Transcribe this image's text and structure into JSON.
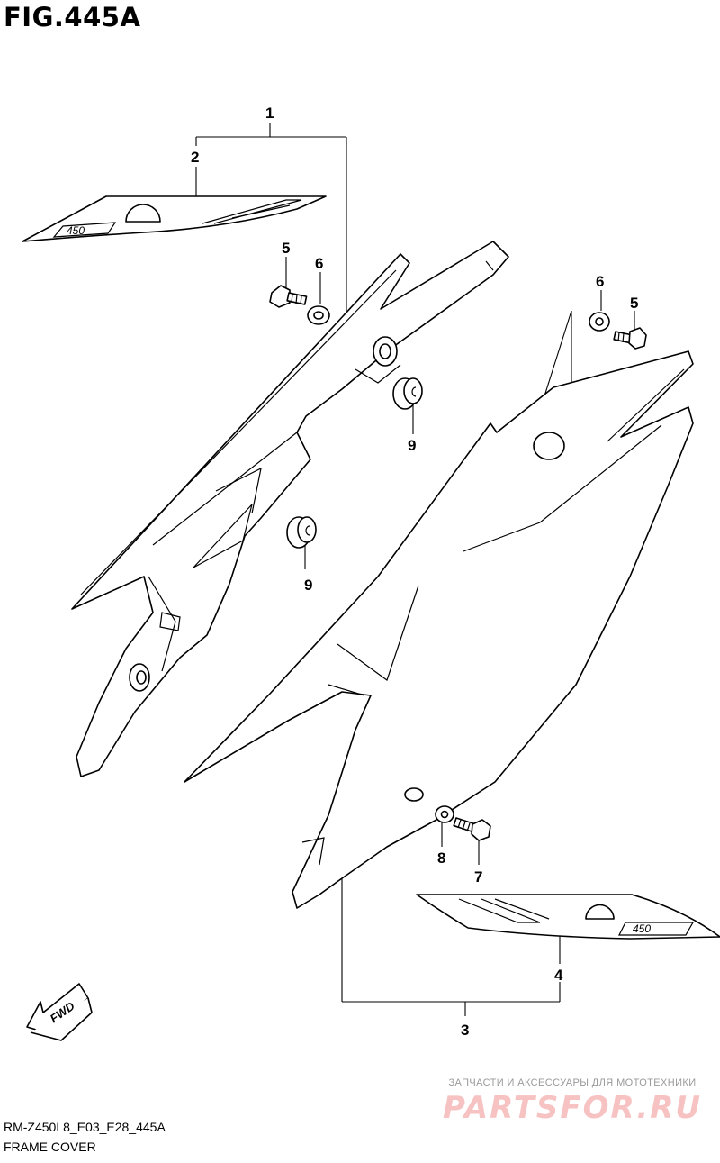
{
  "figure": {
    "title": "FIG.445A",
    "code": "RM-Z450L8_E03_E28_445A",
    "name": "FRAME COVER"
  },
  "callouts": [
    "1",
    "2",
    "3",
    "4",
    "5",
    "6",
    "7",
    "8",
    "9"
  ],
  "decal_text": "450",
  "fwd_label": "FWD",
  "watermark": {
    "tagline": "ЗАПЧАСТИ И АКСЕССУАРЫ ДЛЯ МОТОТЕХНИКИ",
    "logo": "PARTSFOR.RU",
    "color": "#f7c2c2"
  }
}
